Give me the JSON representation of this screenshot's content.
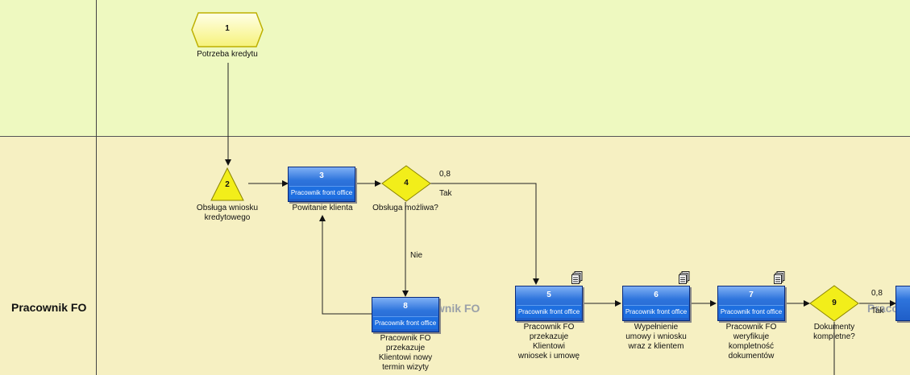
{
  "lane": {
    "name": "Pracownik FO",
    "watermark": "Pracownik FO"
  },
  "events": [
    {
      "id": "ev1",
      "number": "1",
      "label": "Potrzeba kredytu"
    },
    {
      "id": "ev2",
      "number": "2",
      "label": "Obsługa wniosku\nkredytowego"
    }
  ],
  "tasks": [
    {
      "id": "t3",
      "number": "3",
      "role": "Pracownik front office",
      "label": "Powitanie klienta"
    },
    {
      "id": "t5",
      "number": "5",
      "role": "Pracownik front office",
      "label": "Pracownik FO\nprzekazuje\nKlientowi\nwniosek i umowę"
    },
    {
      "id": "t6",
      "number": "6",
      "role": "Pracownik front office",
      "label": "Wypełnienie\numowy i wniosku\nwraz z klientem"
    },
    {
      "id": "t7",
      "number": "7",
      "role": "Pracownik front office",
      "label": "Pracownik FO\nweryfikuje\nkompletność\ndokumentów"
    },
    {
      "id": "t8",
      "number": "8",
      "role": "Pracownik front office",
      "label": "Pracownik FO\nprzekazuje\nKlientowi nowy\ntermin wizyty"
    }
  ],
  "gateways": [
    {
      "id": "g4",
      "number": "4",
      "label": "Obsługa możliwa?"
    },
    {
      "id": "g9",
      "number": "9",
      "label": "Dokumenty\nkompletne?"
    }
  ],
  "edge_labels": {
    "g4_yes_prob": "0,8",
    "g4_yes": "Tak",
    "g4_no": "Nie",
    "g9_yes_prob": "0,8",
    "g9_yes": "Tak"
  },
  "colors": {
    "lane_top": "#eef9c0",
    "lane_bottom": "#f6f0c2",
    "task_blue": "#1f5ec8",
    "event_yellow": "#f2ee1a",
    "gateway_yellow": "#f2ee1a"
  }
}
